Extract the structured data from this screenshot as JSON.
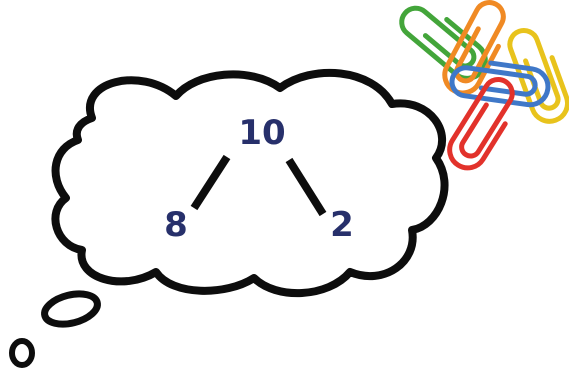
{
  "number_bond": {
    "whole": "10",
    "part_left": "8",
    "part_right": "2"
  },
  "colors": {
    "number_text": "#27306b",
    "outline": "#0d0d0d",
    "clip_green": "#43a53a",
    "clip_orange": "#f08a24",
    "clip_yellow": "#e8c31c",
    "clip_blue": "#3f78c8",
    "clip_red": "#e2322b"
  },
  "decorations": {
    "paperclip_icons": [
      "paperclip-green-icon",
      "paperclip-orange-icon",
      "paperclip-yellow-icon",
      "paperclip-blue-icon",
      "paperclip-red-icon"
    ]
  }
}
